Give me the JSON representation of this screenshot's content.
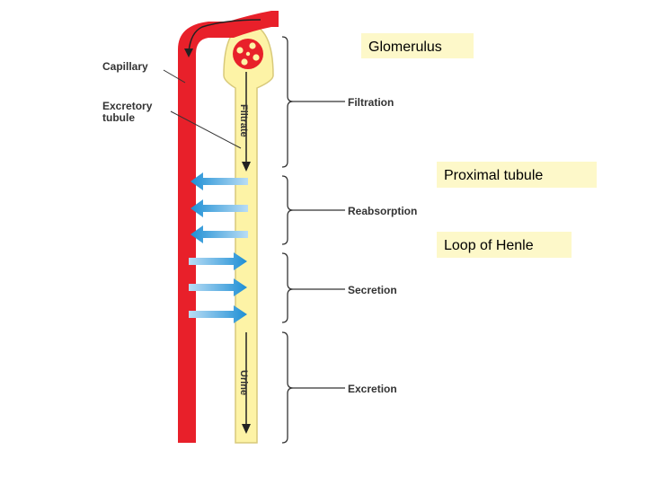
{
  "diagram": {
    "left_labels": {
      "capillary": "Capillary",
      "excretory_line1": "Excretory",
      "excretory_line2": "tubule"
    },
    "tube_labels": {
      "filtrate": "Filtrate",
      "urine": "Urine"
    },
    "process_labels": {
      "filtration": "Filtration",
      "reabsorption": "Reabsorption",
      "secretion": "Secretion",
      "excretion": "Excretion"
    },
    "callouts": {
      "glomerulus": "Glomerulus",
      "proximal_tubule": "Proximal tubule",
      "loop_of_henle": "Loop of Henle"
    },
    "colors": {
      "capillary": "#e8202a",
      "tubule": "#fdf3a6",
      "tubule_outline": "#d8c97a",
      "arrow_blue_dark": "#1e8fd5",
      "arrow_blue_light": "#a8d4f2",
      "callout_bg": "#fdf8c9",
      "label_text": "#333333"
    }
  }
}
